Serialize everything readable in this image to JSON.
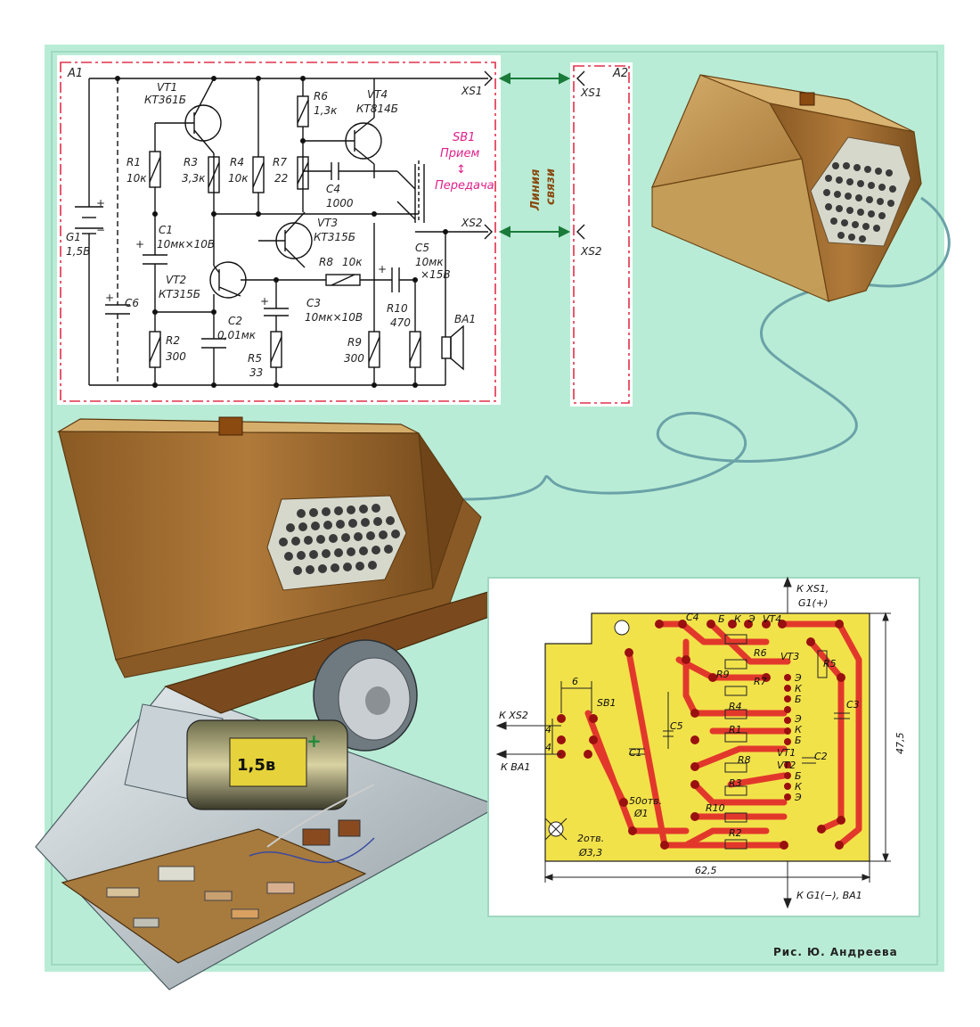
{
  "colors": {
    "page_background": "#b9ecd6",
    "schematic_border": "#e0304a",
    "pcb_yellow": "#f2e24a",
    "pcb_trace": "#e2382c",
    "wood": "#b88a45",
    "cable": "#6aa2a8"
  },
  "schematic": {
    "block_a1": "A1",
    "block_a2": "A2",
    "xs1": "XS1",
    "xs2": "XS2",
    "a2_xs1": "XS1",
    "a2_xs2": "XS2",
    "line_label_1": "Линия",
    "line_label_2": "связи",
    "switch": {
      "name": "SB1",
      "receive": "Прием",
      "arrow": "↕",
      "transmit": "Передача"
    },
    "battery": {
      "name": "G1",
      "value": "1,5В"
    },
    "components": {
      "vt1": "VT1",
      "vt1_type": "КТ361Б",
      "vt2": "VT2",
      "vt2_type": "КТ315Б",
      "vt3": "VT3",
      "vt3_type": "КТ315Б",
      "vt4": "VT4",
      "vt4_type": "КТ814Б",
      "r1": "R1",
      "r1_val": "10к",
      "r2": "R2",
      "r2_val": "300",
      "r3": "R3",
      "r3_val": "3,3к",
      "r4": "R4",
      "r4_val": "10к",
      "r5": "R5",
      "r5_val": "33",
      "r6": "R6",
      "r6_val": "1,3к",
      "r7": "R7",
      "r7_val": "22",
      "r8": "R8",
      "r8_val": "10к",
      "r9": "R9",
      "r9_val": "300",
      "r10": "R10",
      "r10_val": "470",
      "c1": "C1",
      "c1_val": "10мк×10В",
      "c2": "C2",
      "c2_val": "0,01мк",
      "c3": "C3",
      "c3_val": "10мк×10В",
      "c4": "C4",
      "c4_val": "1000",
      "c5": "C5",
      "c5_val_1": "10мк",
      "c5_val_2": "×15В",
      "c6": "C6",
      "ba1": "BA1"
    }
  },
  "battery_label": "1,5в",
  "pcb": {
    "top_note_1": "К XS1,",
    "top_note_2": "G1(+)",
    "bottom_note": "К G1(−), ВА1",
    "left_note_1": "К XS2",
    "left_note_2": "К ВА1",
    "holes_note_1": "50отв.",
    "holes_note_2": "Ø1",
    "mount_note_1": "2отв.",
    "mount_note_2": "Ø3,3",
    "dim_width": "62,5",
    "dim_height": "47,5",
    "dim_6": "6",
    "dim_4a": "4",
    "dim_4b": "4",
    "labels": {
      "sb1": "SB1",
      "c1": "C1",
      "c5": "C5",
      "c4": "C4",
      "c2": "C2",
      "c3": "C3",
      "r1": "R1",
      "r2": "R2",
      "r3": "R3",
      "r4": "R4",
      "r5": "R5",
      "r6": "R6",
      "r7": "R7",
      "r8": "R8",
      "r9": "R9",
      "r10": "R10",
      "vt1": "VT1",
      "vt2": "VT2",
      "vt3": "VT3",
      "vt4": "VT4",
      "pin_b1": "Б",
      "pin_k1": "К",
      "pin_e1": "Э",
      "pin_e3": "Э",
      "pin_k3": "К",
      "pin_b3": "Б",
      "pin_e_a": "Э",
      "pin_k_a": "К",
      "pin_b_a": "Б",
      "pin_b_b": "Б",
      "pin_k_b": "К",
      "pin_e_b": "Э"
    }
  },
  "credit": "Рис. Ю. Андреева"
}
